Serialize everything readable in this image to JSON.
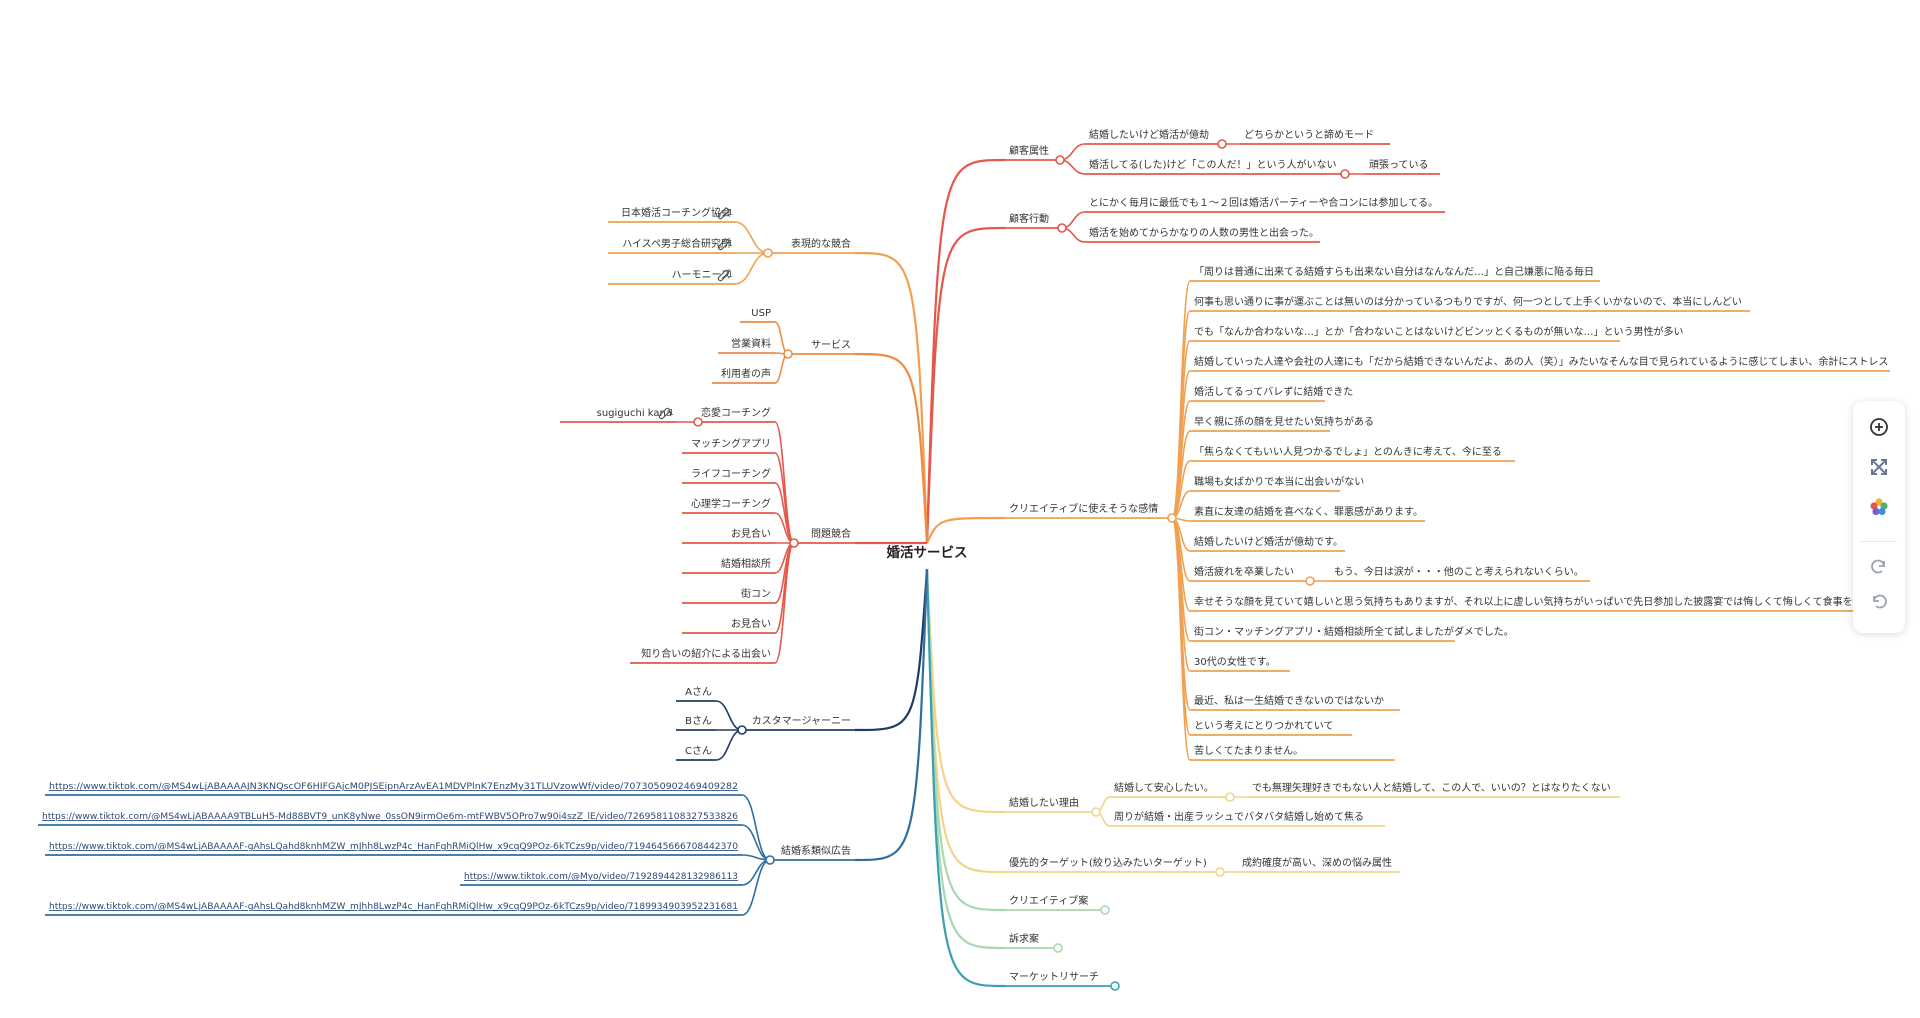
{
  "center": "婚活サービス",
  "nodes": [
    {
      "id": "n_zokusei",
      "text": "顧客属性"
    },
    {
      "id": "n_z1",
      "text": "結婚したいけど婚活が億劫"
    },
    {
      "id": "n_z1a",
      "text": "どちらかというと諦めモード"
    },
    {
      "id": "n_z2",
      "text": "婚活してる(した)けど「この人だ！」という人がいない"
    },
    {
      "id": "n_z2a",
      "text": "頑張っている"
    },
    {
      "id": "n_kodo",
      "text": "顧客行動"
    },
    {
      "id": "n_k1",
      "text": "とにかく毎月に最低でも１〜２回は婚活パーティーや合コンには参加してる。"
    },
    {
      "id": "n_k2",
      "text": "婚活を始めてからかなりの人数の男性と出会った。"
    },
    {
      "id": "n_kanjo",
      "text": "クリエイティブに使えそうな感情"
    },
    {
      "id": "n_c1",
      "text": "「周りは普通に出来てる結婚すらも出来ない自分はなんなんだ…」と自己嫌悪に陥る毎日"
    },
    {
      "id": "n_c2",
      "text": "何事も思い通りに事が運ぶことは無いのは分かっているつもりですが、何一つとして上手くいかないので、本当にしんどい"
    },
    {
      "id": "n_c3",
      "text": "でも「なんか合わないな…」とか「合わないことはないけどビンッとくるものが無いな…」という男性が多い"
    },
    {
      "id": "n_c4",
      "text": "結婚していった人達や会社の人達にも「だから結婚できないんだよ、あの人（笑）」みたいなそんな目で見られているように感じてしまい、余計にストレス"
    },
    {
      "id": "n_c5",
      "text": "婚活してるってバレずに結婚できた"
    },
    {
      "id": "n_c6",
      "text": "早く親に孫の顔を見せたい気持ちがある"
    },
    {
      "id": "n_c7",
      "text": "「焦らなくてもいい人見つかるでしょ」とのんきに考えて、今に至る"
    },
    {
      "id": "n_c8",
      "text": "職場も女ばかりで本当に出会いがない"
    },
    {
      "id": "n_c9",
      "text": "素直に友達の結婚を喜べなく、罪悪感があります。"
    },
    {
      "id": "n_c10",
      "text": "結婚したいけど婚活が億劫です。"
    },
    {
      "id": "n_c11",
      "text": "婚活疲れを卒業したい"
    },
    {
      "id": "n_c11a",
      "text": "もう、今日は涙が・・・他のこと考えられないくらい。"
    },
    {
      "id": "n_c12",
      "text": "幸せそうな顔を見ていて嬉しいと思う気持ちもありますが、それ以上に虚しい気持ちがいっぱいで先日参加した披露宴では悔しくて悔しくて食事を"
    },
    {
      "id": "n_c13",
      "text": "街コン・マッチングアプリ・結婚相談所全て試しましたがダメでした。"
    },
    {
      "id": "n_c14",
      "text": "30代の女性です。"
    },
    {
      "id": "n_c15a",
      "text": "最近、私は一生結婚できないのではないか"
    },
    {
      "id": "n_c15b",
      "text": "という考えにとりつかれていて"
    },
    {
      "id": "n_c15c",
      "text": "苦しくてたまりません。"
    },
    {
      "id": "n_riyu",
      "text": "結婚したい理由"
    },
    {
      "id": "n_r1",
      "text": "結婚して安心したい。"
    },
    {
      "id": "n_r1a",
      "text": "でも無理矢理好きでもない人と結婚して、この人で、いいの？とはなりたくない"
    },
    {
      "id": "n_r2",
      "text": "周りが結婚・出産ラッシュでバタバタ結婚し始めて焦る"
    },
    {
      "id": "n_target",
      "text": "優先的ターゲット(絞り込みたいターゲット)"
    },
    {
      "id": "n_t1",
      "text": "成約確度が高い、深めの悩み属性"
    },
    {
      "id": "n_creative",
      "text": "クリエイティブ案"
    },
    {
      "id": "n_kyukyu",
      "text": "訴求案"
    },
    {
      "id": "n_market",
      "text": "マーケットリサーチ"
    },
    {
      "id": "n_hyoken",
      "text": "表現的な競合"
    },
    {
      "id": "n_h1",
      "text": "日本婚活コーチング協会"
    },
    {
      "id": "n_h2",
      "text": "ハイスペ男子総合研究所"
    },
    {
      "id": "n_h3",
      "text": "ハーモニーズ"
    },
    {
      "id": "n_service",
      "text": "サービス"
    },
    {
      "id": "n_s1",
      "text": "USP"
    },
    {
      "id": "n_s2",
      "text": "営業資料"
    },
    {
      "id": "n_s3",
      "text": "利用者の声"
    },
    {
      "id": "n_mondai",
      "text": "問題競合"
    },
    {
      "id": "n_m1",
      "text": "恋愛コーチング"
    },
    {
      "id": "n_m1a",
      "text": "sugiguchi kana"
    },
    {
      "id": "n_m2",
      "text": "マッチングアプリ"
    },
    {
      "id": "n_m3",
      "text": "ライフコーチング"
    },
    {
      "id": "n_m4",
      "text": "心理学コーチング"
    },
    {
      "id": "n_m5",
      "text": "お見合い"
    },
    {
      "id": "n_m6",
      "text": "結婚相談所"
    },
    {
      "id": "n_m7",
      "text": "街コン"
    },
    {
      "id": "n_m8",
      "text": "お見合い"
    },
    {
      "id": "n_m9",
      "text": "知り合いの紹介による出会い"
    },
    {
      "id": "n_journey",
      "text": "カスタマージャーニー"
    },
    {
      "id": "n_j1",
      "text": "Aさん"
    },
    {
      "id": "n_j2",
      "text": "Bさん"
    },
    {
      "id": "n_j3",
      "text": "Cさん"
    },
    {
      "id": "n_ad",
      "text": "結婚系類似広告"
    },
    {
      "id": "n_a1",
      "text": "https://www.tiktok.com/@MS4wLjABAAAAJN3KNQscOF6HIFGAjcM0PJSEipnArzAvEA1MDVPlnK7EnzMy31TLUVzowWf/video/7073050902469409282"
    },
    {
      "id": "n_a2",
      "text": "https://www.tiktok.com/@MS4wLjABAAAA9TBLuH5-Md88BVT9_unK8yNwe_0ssON9irmOe6m-mtFWBV5OPro7w90i4szZ_lE/video/7269581108327533826"
    },
    {
      "id": "n_a3",
      "text": "https://www.tiktok.com/@MS4wLjABAAAAF-gAhsLQahd8knhMZW_mJhh8LwzP4c_HanFghRMiQlHw_x9cqQ9POz-6kTCzs9p/video/7194645666708442370"
    },
    {
      "id": "n_a4",
      "text": "https://www.tiktok.com/@Myo/video/7192894428132986113"
    },
    {
      "id": "n_a5",
      "text": "https://www.tiktok.com/@MS4wLjABAAAAF-gAhsLQahd8knhMZW_mJhh8LwzP4c_HanFghRMiQlHw_x9cqQ9POz-6kTCzs9p/video/7189934903952231681"
    }
  ],
  "attachment_badges": [
    "1",
    "1",
    "1",
    "1"
  ],
  "toolbar": [
    {
      "name": "add-node-button",
      "icon": "plus-circle-icon"
    },
    {
      "name": "layout-button",
      "icon": "expand-icon"
    },
    {
      "name": "theme-button",
      "icon": "palette-icon"
    },
    {
      "name": "redo-button",
      "icon": "redo-icon"
    },
    {
      "name": "undo-button",
      "icon": "undo-icon"
    }
  ],
  "colors": {
    "red": "#e4574a",
    "orange": "#f0a050",
    "deep_orange": "#ec8c45",
    "yellow": "#f3d48a",
    "lightgreen": "#a8d8b0",
    "teal": "#3a9fb0",
    "navy": "#1f3c64",
    "blue": "#2f6f9f",
    "text": "#333333"
  }
}
